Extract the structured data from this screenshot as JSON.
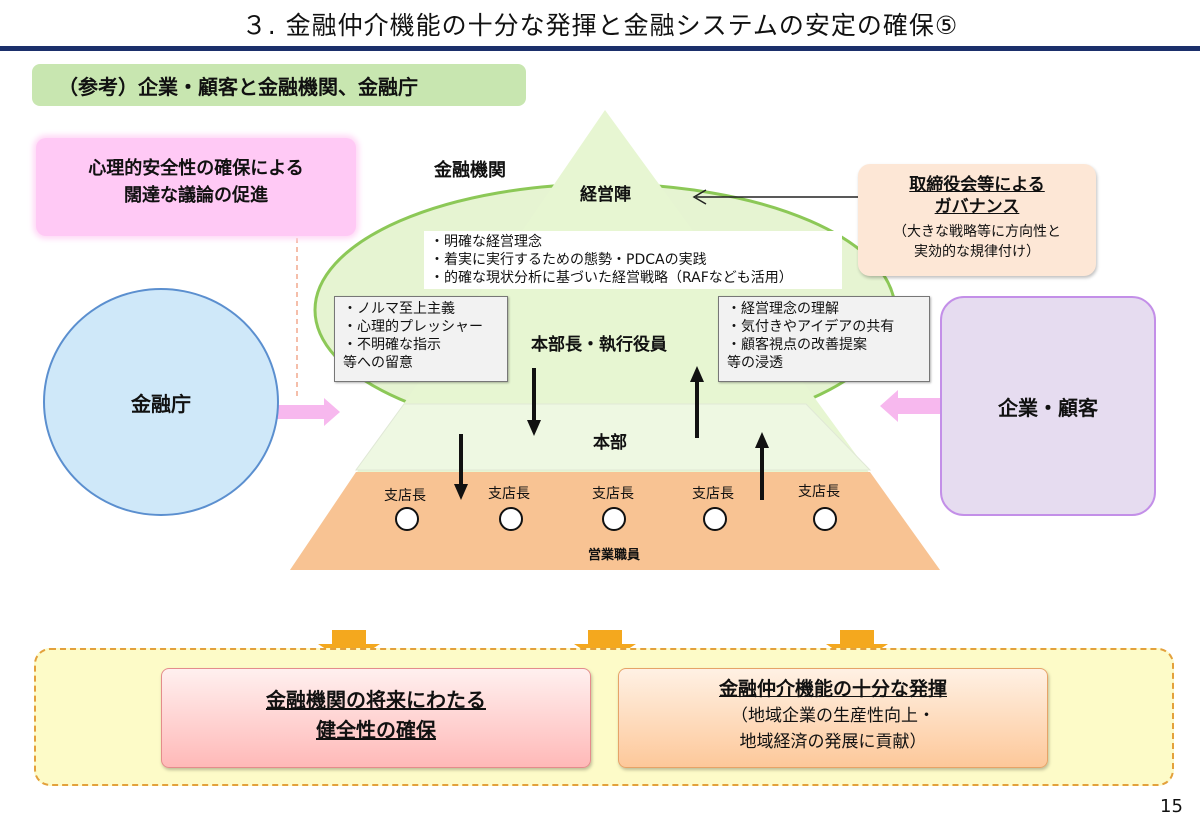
{
  "slide": {
    "title": "３. 金融仲介機能の十分な発揮と金融システムの安定の確保⑤",
    "reference_label": "（参考）企業・顧客と金融機関、金融庁",
    "page_number": "15"
  },
  "psych_box": {
    "line1": "心理的安全性の確保による",
    "line2": "闊達な議論の促進"
  },
  "governance_box": {
    "title_line1": "取締役会等による",
    "title_line2": "ガバナンス",
    "sub_line1": "（大きな戦略等に方向性と",
    "sub_line2": "実効的な規律付け）"
  },
  "fsa": {
    "label": "金融庁"
  },
  "customers": {
    "label": "企業・顧客"
  },
  "institution": {
    "label": "金融機関",
    "top_tier": "経営陣",
    "management_bullets": [
      "・明確な経営理念",
      "・着実に実行するための態勢・PDCAの実践",
      "・的確な現状分析に基づいた経営戦略（RAFなども活用）"
    ],
    "middle_tier": "本部長・執行役員",
    "hq_tier": "本部",
    "branch_label": "支店長",
    "staff_label": "営業職員",
    "left_note": [
      "・ノルマ至上主義",
      "・心理的プレッシャー",
      "・不明確な指示",
      "等への留意"
    ],
    "right_note": [
      "・経営理念の理解",
      "・気付きやアイデアの共有",
      "・顧客視点の改善提案",
      "等の浸透"
    ]
  },
  "outcomes": {
    "left_line1": "金融機関の将来にわたる",
    "left_line2": "健全性の確保",
    "right_title": "金融仲介機能の十分な発揮",
    "right_sub1": "（地域企業の生産性向上・",
    "right_sub2": "地域経済の発展に貢献）"
  },
  "colors": {
    "title_rule": "#1b2f6b",
    "ellipse_fill": "#e6f4d2",
    "ellipse_stroke": "#8cc857",
    "pyramid_top": "#e7f6d2",
    "pyramid_middle": "#eef8e2",
    "pyramid_base": "#f8c393",
    "arrow_pink": "#f7b8ee",
    "arrow_orange": "#f4a81e"
  }
}
